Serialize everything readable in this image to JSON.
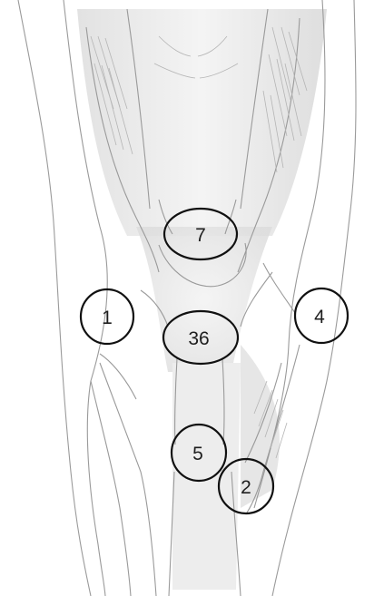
{
  "markers": [
    {
      "label": "7"
    },
    {
      "label": "1"
    },
    {
      "label": "36"
    },
    {
      "label": "4"
    },
    {
      "label": "5"
    },
    {
      "label": "2"
    }
  ]
}
